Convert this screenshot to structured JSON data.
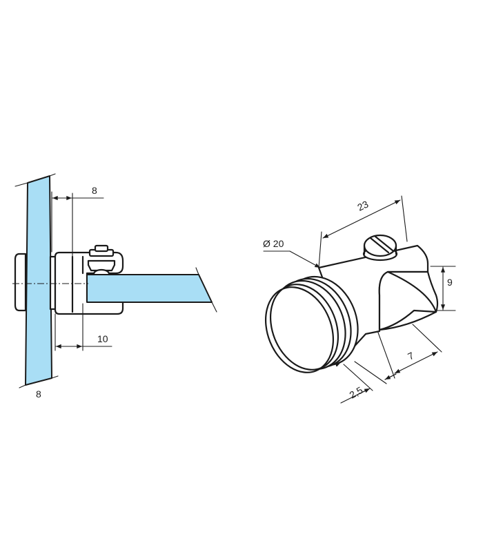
{
  "side_view": {
    "dim_clamp_depth": "8",
    "dim_glass_insert": "10",
    "dim_wall_glass": "8"
  },
  "perspective_view": {
    "dim_diameter": "Ø 20",
    "dim_length": "23",
    "dim_slot_height": "9",
    "dim_slot_depth": "7",
    "dim_groove": "2,5"
  },
  "colors": {
    "glass": "#a9def5",
    "line": "#1a1a1a",
    "background": "#ffffff"
  }
}
